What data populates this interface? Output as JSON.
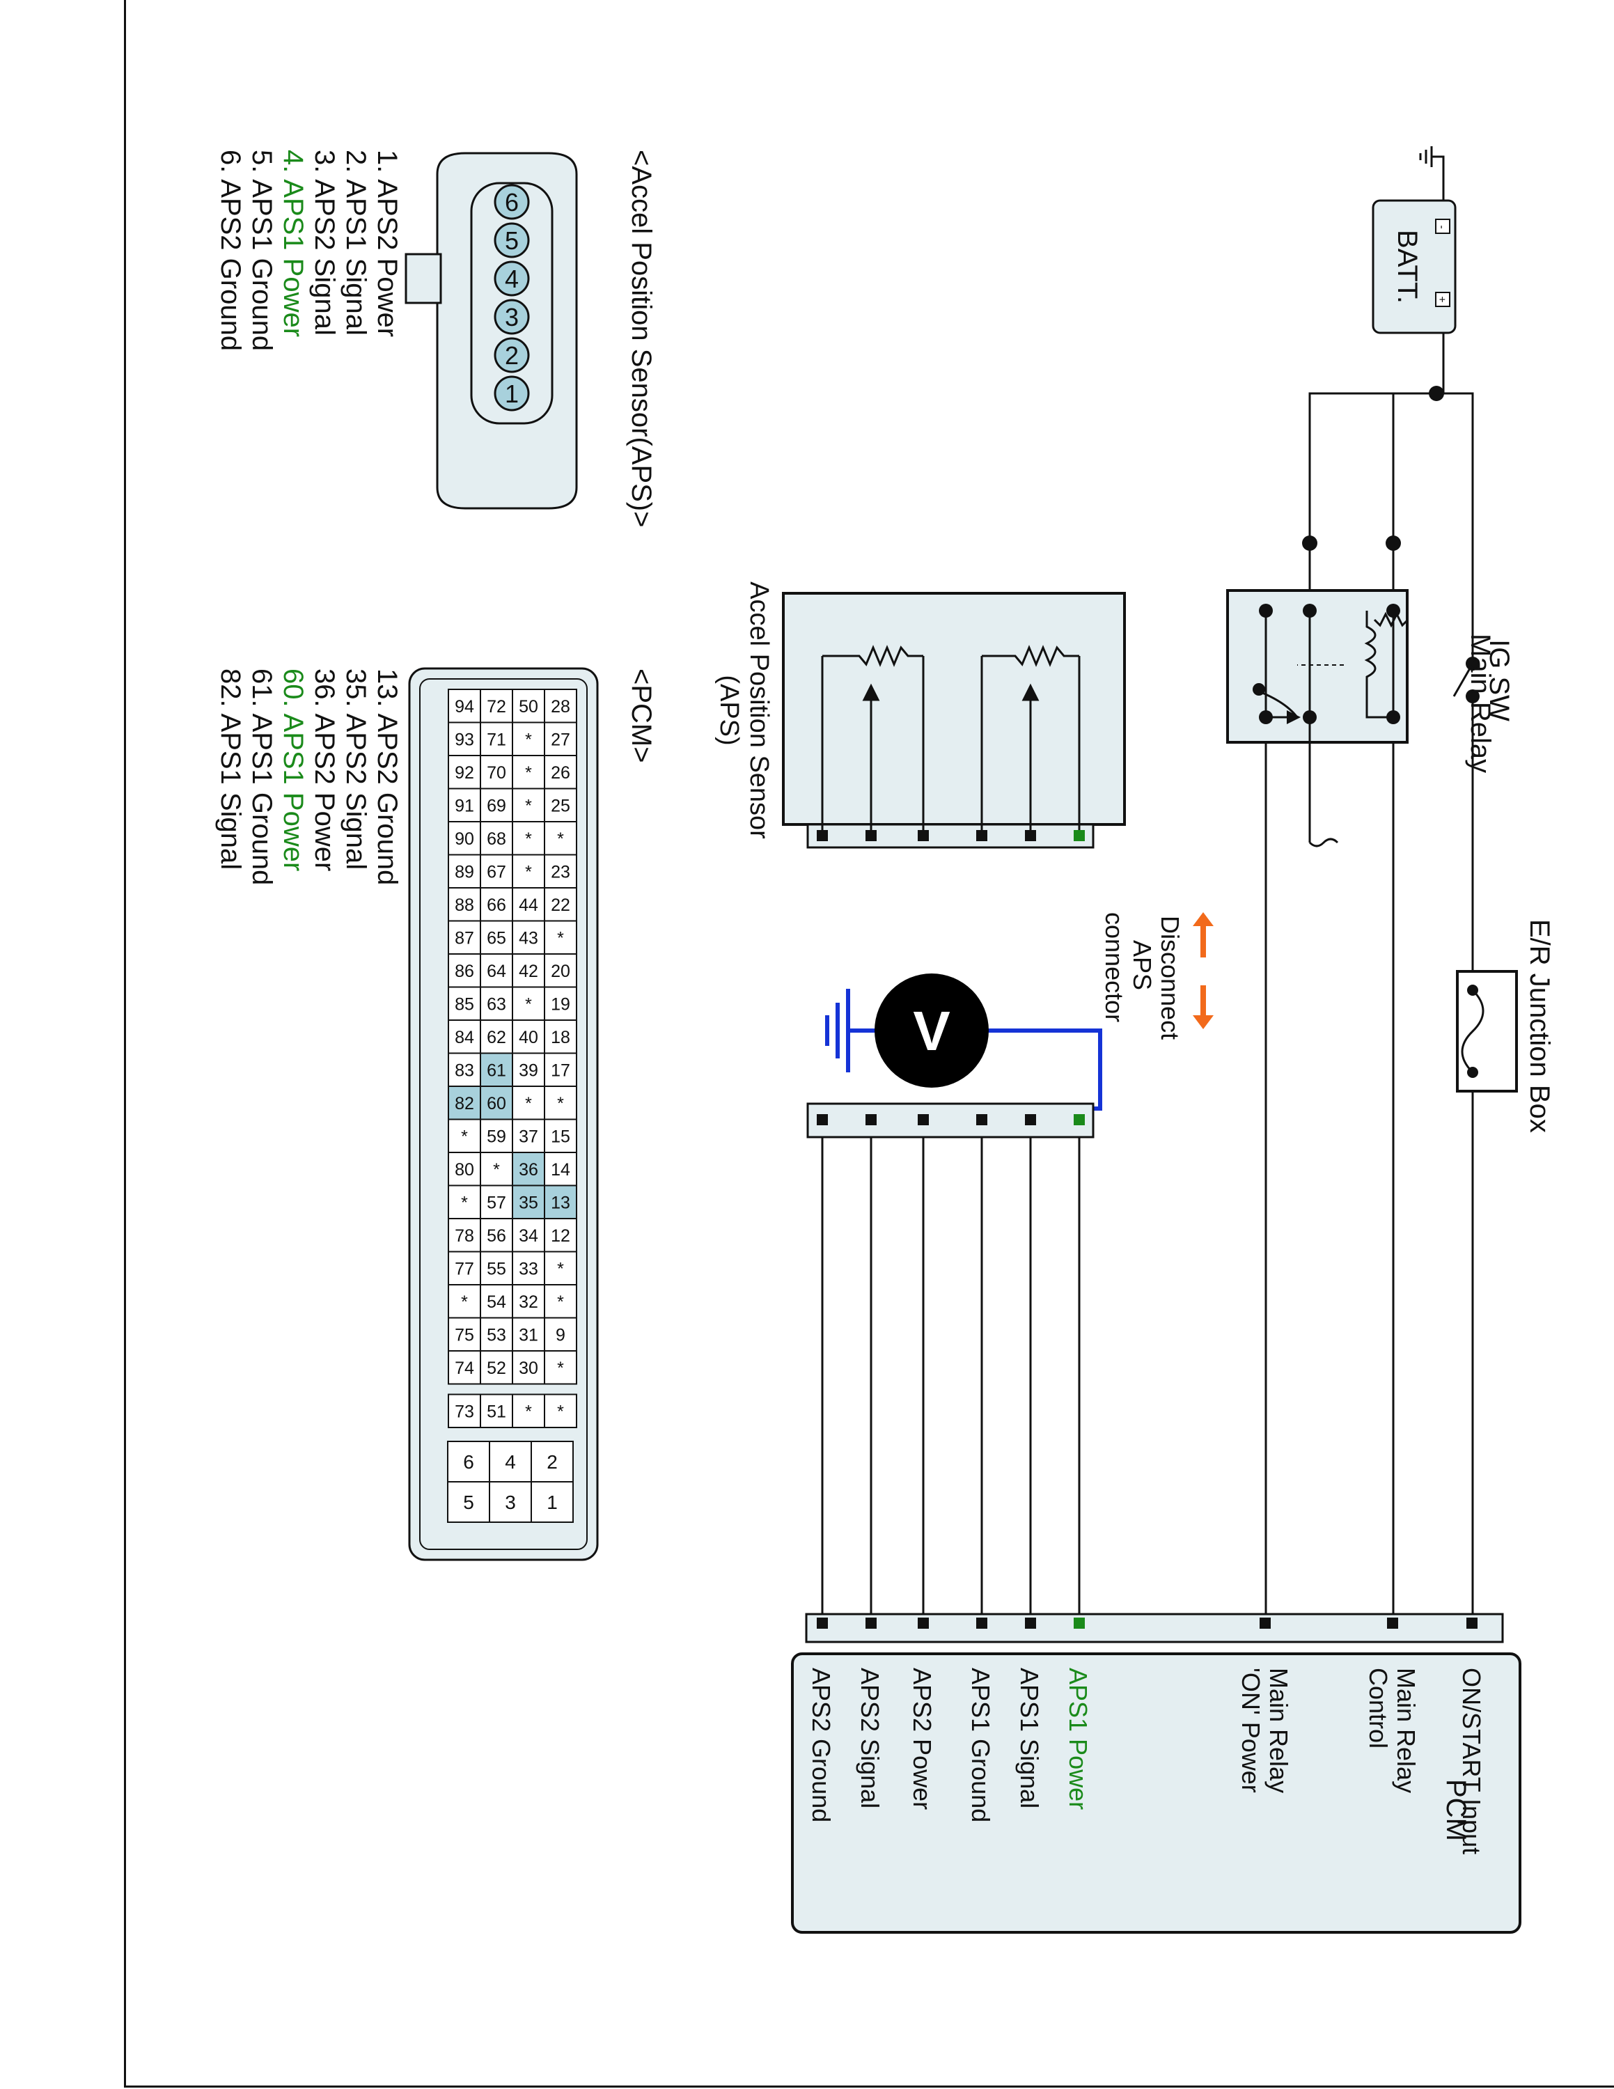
{
  "colors": {
    "wire": "#111111",
    "highlight_wire": "#1533d6",
    "accent_green": "#1a8a1a",
    "arrow_orange": "#f26a1b",
    "box_fill": "#e4eef1",
    "pin_highlight": "#a8d1dc",
    "meter_fill": "#000000"
  },
  "components": {
    "battery": "BATT.",
    "ig_switch": "IG SW",
    "main_relay": "Main Relay",
    "junction_box": "E/R Junction Box",
    "aps_box": [
      "Accel Position Sensor",
      "(APS)"
    ],
    "meter": "V",
    "disconnect_note": [
      "Disconnect",
      "APS",
      "connector"
    ],
    "pcm": "PCM"
  },
  "pcm_terminals": [
    {
      "label": "ON/START Input",
      "green": false
    },
    {
      "label": "Main Relay",
      "green": false
    },
    {
      "label": "Control",
      "green": false
    },
    {
      "label": "Main Relay",
      "green": false
    },
    {
      "label": "'ON' Power",
      "green": false
    },
    {
      "label": "APS1 Power",
      "green": true
    },
    {
      "label": "APS1 Signal",
      "green": false
    },
    {
      "label": "APS1 Ground",
      "green": false
    },
    {
      "label": "APS2 Power",
      "green": false
    },
    {
      "label": "APS2 Signal",
      "green": false
    },
    {
      "label": "APS2 Ground",
      "green": false
    }
  ],
  "aps_connector": {
    "title": "<Accel Position Sensor(APS)>",
    "pins": [
      "1",
      "2",
      "3",
      "4",
      "5",
      "6"
    ],
    "legend": [
      {
        "text": "1. APS2 Power",
        "green": false
      },
      {
        "text": "2. APS1 Signal",
        "green": false
      },
      {
        "text": "3. APS2 Signal",
        "green": false
      },
      {
        "text": "4. APS1 Power",
        "green": true
      },
      {
        "text": "5. APS1 Ground",
        "green": false
      },
      {
        "text": "6. APS2 Ground",
        "green": false
      }
    ]
  },
  "pcm_connector": {
    "title": "<PCM>",
    "rows": [
      [
        "94",
        "93",
        "92",
        "91",
        "90",
        "89",
        "88",
        "87",
        "86",
        "85",
        "84",
        "83",
        "82",
        "*",
        "80",
        "*",
        "78",
        "77",
        "*",
        "75",
        "74"
      ],
      [
        "72",
        "71",
        "70",
        "69",
        "68",
        "67",
        "66",
        "65",
        "64",
        "63",
        "62",
        "61",
        "60",
        "59",
        "*",
        "57",
        "56",
        "55",
        "54",
        "53",
        "52"
      ],
      [
        "50",
        "*",
        "*",
        "*",
        "*",
        "*",
        "44",
        "43",
        "42",
        "*",
        "40",
        "39",
        "*",
        "37",
        "36",
        "35",
        "34",
        "33",
        "32",
        "31",
        "30"
      ],
      [
        "28",
        "27",
        "26",
        "25",
        "*",
        "23",
        "22",
        "*",
        "20",
        "19",
        "18",
        "17",
        "*",
        "15",
        "14",
        "13",
        "12",
        "*",
        "*",
        "9",
        "*"
      ]
    ],
    "extra": [
      "73",
      "51",
      "*",
      "*"
    ],
    "block": [
      [
        "6",
        "5"
      ],
      [
        "4",
        "3"
      ],
      [
        "2",
        "1"
      ]
    ],
    "highlighted": [
      "82",
      "61",
      "60",
      "36",
      "35",
      "13"
    ],
    "legend": [
      {
        "text": "13. APS2 Ground",
        "green": false
      },
      {
        "text": "35. APS2 Signal",
        "green": false
      },
      {
        "text": "36. APS2 Power",
        "green": false
      },
      {
        "text": "60. APS1 Power",
        "green": true
      },
      {
        "text": "61. APS1 Ground",
        "green": false
      },
      {
        "text": "82. APS1 Signal",
        "green": false
      }
    ]
  }
}
